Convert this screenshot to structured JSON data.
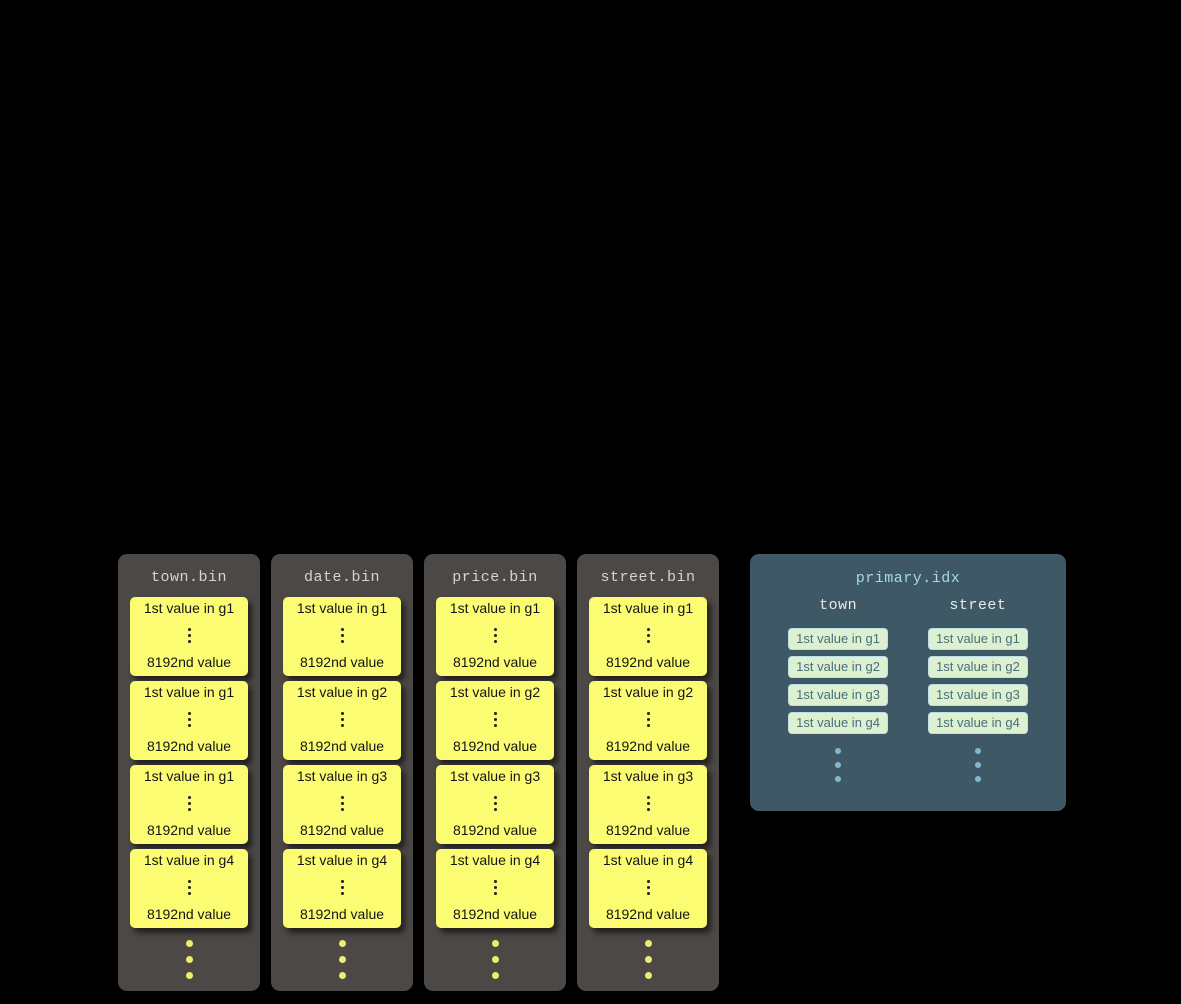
{
  "bins": [
    {
      "title": "town.bin",
      "granules": [
        {
          "top": "1st value in g1",
          "bottom": "8192nd value"
        },
        {
          "top": "1st value in g1",
          "bottom": "8192nd value"
        },
        {
          "top": "1st value in g1",
          "bottom": "8192nd value"
        },
        {
          "top": "1st value in g4",
          "bottom": "8192nd value"
        }
      ]
    },
    {
      "title": "date.bin",
      "granules": [
        {
          "top": "1st value in g1",
          "bottom": "8192nd value"
        },
        {
          "top": "1st value in g2",
          "bottom": "8192nd value"
        },
        {
          "top": "1st value in g3",
          "bottom": "8192nd value"
        },
        {
          "top": "1st value in g4",
          "bottom": "8192nd value"
        }
      ]
    },
    {
      "title": "price.bin",
      "granules": [
        {
          "top": "1st value in g1",
          "bottom": "8192nd value"
        },
        {
          "top": "1st value in g2",
          "bottom": "8192nd value"
        },
        {
          "top": "1st value in g3",
          "bottom": "8192nd value"
        },
        {
          "top": "1st value in g4",
          "bottom": "8192nd value"
        }
      ]
    },
    {
      "title": "street.bin",
      "granules": [
        {
          "top": "1st value in g1",
          "bottom": "8192nd value"
        },
        {
          "top": "1st value in g2",
          "bottom": "8192nd value"
        },
        {
          "top": "1st value in g3",
          "bottom": "8192nd value"
        },
        {
          "top": "1st value in g4",
          "bottom": "8192nd value"
        }
      ]
    }
  ],
  "index": {
    "title": "primary.idx",
    "columns": [
      {
        "header": "town",
        "entries": [
          "1st value in g1",
          "1st value in g2",
          "1st value in g3",
          "1st value in g4"
        ]
      },
      {
        "header": "street",
        "entries": [
          "1st value in g1",
          "1st value in g2",
          "1st value in g3",
          "1st value in g4"
        ]
      }
    ]
  },
  "colors": {
    "background": "#000000",
    "bin_panel": "#4b4845",
    "bin_title_text": "#d6d3cf",
    "granule_card": "#fcfc73",
    "granule_text": "#141414",
    "more_granules_dots": "#efed6d",
    "index_panel": "#3e5965",
    "index_title_text": "#a8d8eb",
    "index_header_text": "#eceae7",
    "index_entry_bg": "#ddf0cf",
    "index_entry_border": "#bcdfe9",
    "index_entry_text": "#47707e",
    "index_dots": "#84b5d2"
  }
}
